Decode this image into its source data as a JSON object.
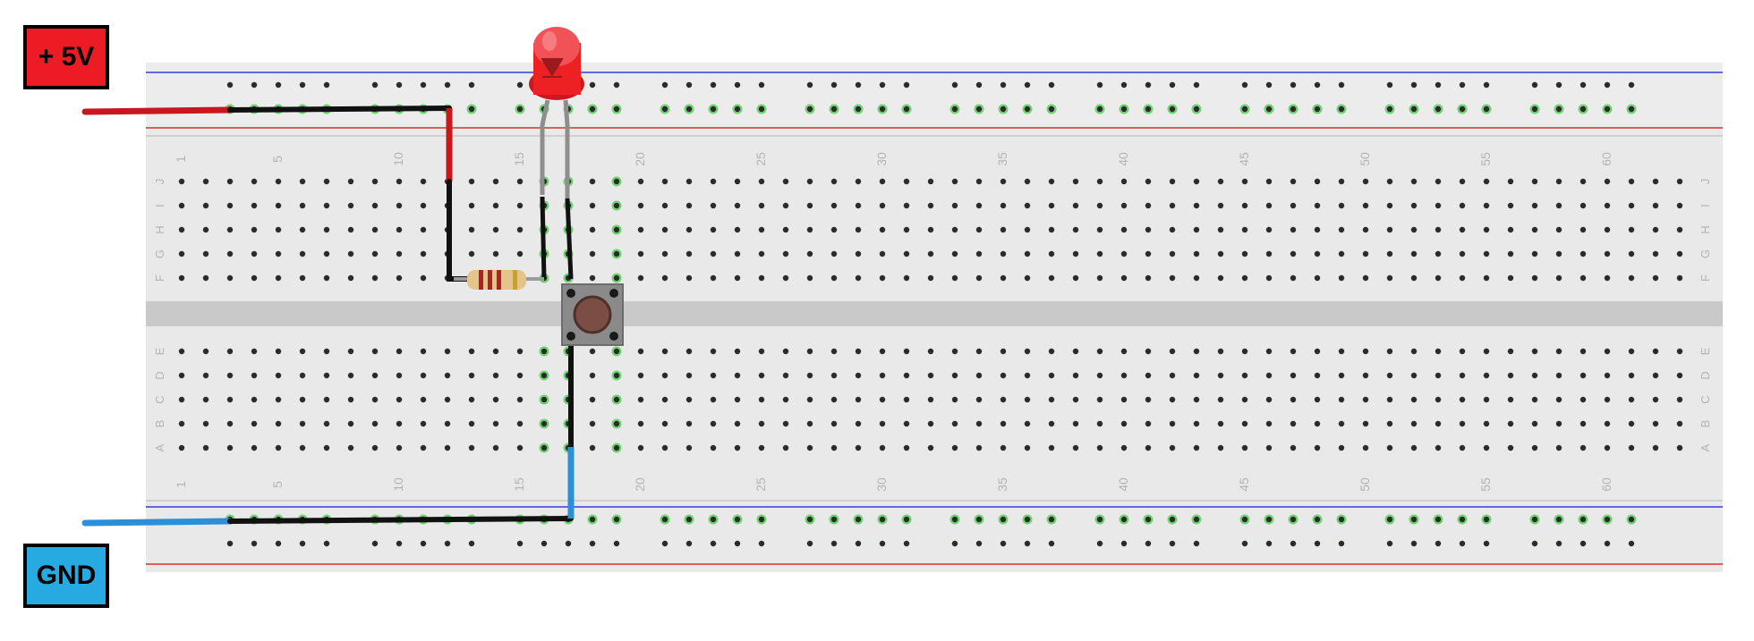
{
  "supply": {
    "vcc_label": "+ 5V",
    "gnd_label": "GND",
    "vcc_color": "#ed1c24",
    "gnd_color": "#27aae1"
  },
  "breadboard": {
    "columns": 63,
    "column_numbers": [
      "1",
      "5",
      "10",
      "15",
      "20",
      "25",
      "30",
      "35",
      "40",
      "45",
      "50",
      "55",
      "60"
    ],
    "rows_top": [
      "J",
      "I",
      "H",
      "G",
      "F"
    ],
    "rows_bottom": [
      "E",
      "D",
      "C",
      "B",
      "A"
    ],
    "rail_line_top_color": "#2f3fd8",
    "rail_line_bottom_color": "#d82f2f"
  },
  "components": {
    "led": {
      "color": "#ed2024",
      "icon": "led-icon"
    },
    "resistor": {
      "icon": "resistor-icon",
      "bands": [
        "#b21f24",
        "#b21f24",
        "#b21f24",
        "#c9a227"
      ]
    },
    "pushbutton": {
      "icon": "pushbutton-icon"
    }
  },
  "wires": {
    "vcc_color": "#c8181e",
    "gnd_color": "#2d8fd8",
    "jumper_color": "#111111"
  }
}
